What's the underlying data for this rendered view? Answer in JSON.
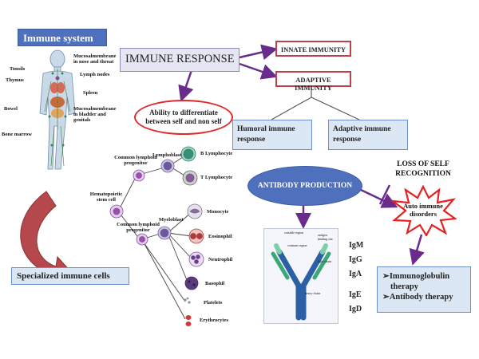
{
  "titles": {
    "immune_system": "Immune system",
    "immune_response": "IMMUNE RESPONSE",
    "innate": "INNATE IMMUNITY",
    "adaptive": "ADAPTIVE IMMUNITY",
    "humoral_l1": "Humoral immune",
    "humoral_l2": "response",
    "adaptive_resp_l1": "Adaptive immune",
    "adaptive_resp_l2": "response",
    "differentiate_l1": "Ability to differentiate",
    "differentiate_l2": "between self and non self",
    "antibody_production": "ANTIBODY PRODUCTION",
    "loss_l1": "LOSS OF SELF",
    "loss_l2": "RECOGNITION",
    "auto_l1": "Auto immune",
    "auto_l2": "disorders",
    "specialized": "Specialized immune cells"
  },
  "body_labels": {
    "tonsils": "Tonsils",
    "thymus": "Thymus",
    "bowel": "Bowel",
    "bone_marrow": "Bone marrow",
    "mucosal_nose_l1": "Mucosalmembrane",
    "mucosal_nose_l2": "in nose and throat",
    "lymph_nodes": "Lymph nodes",
    "spleen": "Spleen",
    "mucosal_bladder_l1": "Mucosalmembrane",
    "mucosal_bladder_l2": "in bladder and",
    "mucosal_bladder_l3": "genitals"
  },
  "cell_labels": {
    "hematopoietic_l1": "Hematopoietic",
    "hematopoietic_l2": "stem cell",
    "common_lymphoid_l1": "Common lymphoid",
    "common_lymphoid_l2": "progenitor",
    "lymphoblast": "Lymphoblast",
    "b_lymphocyte": "B Lymphocyte",
    "t_lymphocyte": "T Lymphocyte",
    "common_myeloid_l1": "Common lymphoid",
    "common_myeloid_l2": "progenitor",
    "myeloblast": "Myeloblast",
    "monocyte": "Monocyte",
    "eosinophil": "Eosinophil",
    "neutrophil": "Neutrophil",
    "basophil": "Basophil",
    "platelets": "Platelets",
    "erythrocytes": "Erythrocytes"
  },
  "antibody_labels": {
    "variable_region": "variable region",
    "constant_region": "constant region",
    "antigen_binding": "antigen binding site",
    "light_chain": "light chain",
    "heavy_chain": "heavy chain"
  },
  "immunoglobulins": [
    "IgM",
    "IgG",
    "IgA",
    "IgE",
    "IgD"
  ],
  "therapy": {
    "item1_l1": "Immunoglobulin",
    "item1_l2": "therapy",
    "item2": "Antibody therapy",
    "bullet": "➢"
  },
  "colors": {
    "arrow_purple": "#6a2c8c",
    "box_border_red": "#c0404a",
    "box_fill_blue": "#dbe7f5",
    "ellipse_fill": "#4f71bd",
    "starburst": "#e52222",
    "curved_arrow": "#b5484c"
  }
}
